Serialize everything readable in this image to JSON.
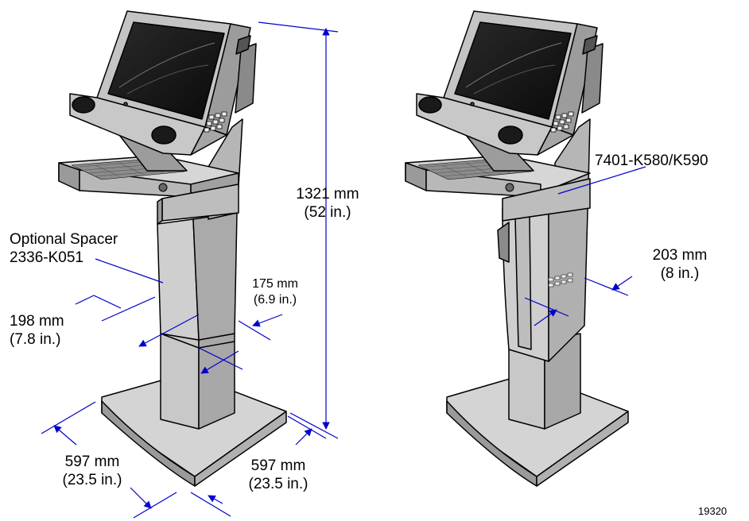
{
  "colors": {
    "outline": "#000000",
    "body_fill": "#c8c8c8",
    "body_dark": "#9a9a9a",
    "body_light": "#dcdcdc",
    "screen": "#1a1a1a",
    "dimension_line": "#0000cc"
  },
  "left_kiosk": {
    "height_label": "1321 mm",
    "height_label_in": "(52 in.)",
    "spacer_label": "Optional Spacer",
    "spacer_part": "2336-K051",
    "spacer_width": "198 mm",
    "spacer_width_in": "(7.8 in.)",
    "spacer_depth": "175 mm",
    "spacer_depth_in": "(6.9 in.)",
    "base_left": "597 mm",
    "base_left_in": "(23.5 in.)",
    "base_right": "597 mm",
    "base_right_in": "(23.5 in.)"
  },
  "right_kiosk": {
    "part_label": "7401-K580/K590",
    "side_dim": "203 mm",
    "side_dim_in": "(8 in.)"
  },
  "figure_number": "19320"
}
